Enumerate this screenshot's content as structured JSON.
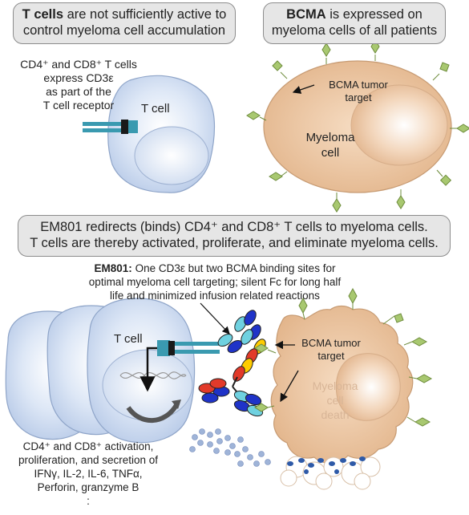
{
  "box_tl": {
    "bold": "T cells",
    "rest_line1": " are not sufficiently active to",
    "line2": "control myeloma cell accumulation"
  },
  "box_tr": {
    "bold": "BCMA",
    "rest_line1": " is expressed on",
    "line2": "myeloma cells of all patients"
  },
  "box_mid": {
    "line1": "EM801 redirects (binds) CD4⁺ and CD8⁺ T cells to myeloma cells.",
    "line2": "T cells are thereby activated, proliferate, and eliminate myeloma cells."
  },
  "left_note": {
    "l1": "CD4⁺ and CD8⁺ T cells",
    "l2": "express CD3ε",
    "l3": "as part of the",
    "l4": "T cell receptor"
  },
  "tcell_label_top": "T cell",
  "tcell_label_bottom": "T cell",
  "bcma_top": {
    "l1": "BCMA tumor",
    "l2": "target"
  },
  "myeloma_top": {
    "l1": "Myeloma",
    "l2": "cell"
  },
  "em801": {
    "bold": "EM801:",
    "l1": " One CD3ε but two BCMA binding sites for",
    "l2": "optimal myeloma cell targeting; silent Fc for long half",
    "l3": "life and minimized infusion related reactions"
  },
  "bcma_bottom": {
    "l1": "BCMA tumor",
    "l2": "target"
  },
  "myeloma_death": {
    "l1": "Myeloma",
    "l2": "cell",
    "l3": "death"
  },
  "activation": {
    "l1": "CD4⁺ and CD8⁺ activation,",
    "l2": "proliferation, and secretion of",
    "l3": "IFNγ, IL-2, IL-6, TNFα,",
    "l4": "Perforin, granzyme B",
    "l5": ":"
  },
  "colors": {
    "box_fill": "#e6e6e6",
    "tcell": "#c8d8f0",
    "myeloma": "#ecc9a7",
    "receptor": "#3a9ab0",
    "bcma": "#a8c870"
  }
}
